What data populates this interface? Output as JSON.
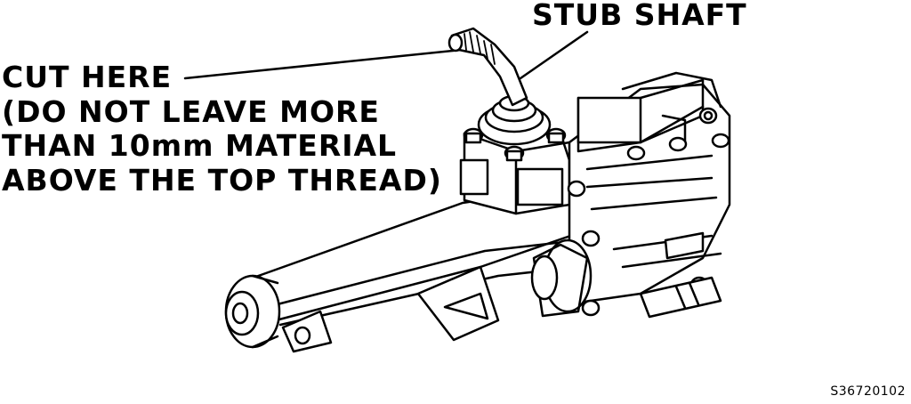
{
  "labels": {
    "stub_shaft": "STUB SHAFT",
    "cut_here_lines": [
      "CUT HERE",
      "(DO NOT LEAVE MORE",
      "THAN 10mm MATERIAL",
      "ABOVE THE TOP THREAD)"
    ]
  },
  "figure_id": "S36720102"
}
